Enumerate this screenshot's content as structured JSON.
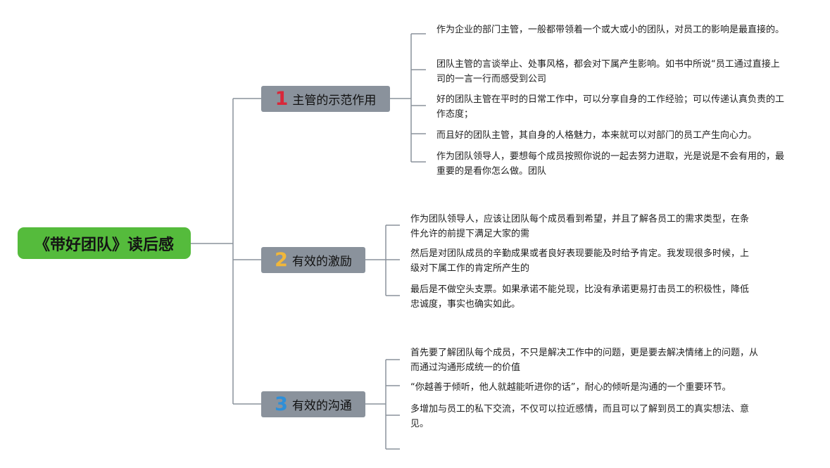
{
  "root": {
    "title": "《带好团队》读后感"
  },
  "branches": [
    {
      "number": "1",
      "label": "主管的示范作用",
      "leaves": [
        "作为企业的部门主管，一般都带领着一个或大或小的团队，对员工的影响是最直接的。",
        "团队主管的言谈举止、处事风格，都会对下属产生影响。如书中所说“员工通过直接上司的一言一行而感受到公司",
        "好的团队主管在平时的日常工作中，可以分享自身的工作经验；可以传递认真负责的工作态度；",
        "而且好的团队主管，其自身的人格魅力，本来就可以对部门的员工产生向心力。",
        "作为团队领导人，要想每个成员按照你说的一起去努力进取，光是说是不会有用的，最重要的是看你怎么做。团队"
      ]
    },
    {
      "number": "2",
      "label": "有效的激励",
      "leaves": [
        "作为团队领导人，应该让团队每个成员看到希望，并且了解各员工的需求类型，在条件允许的前提下满足大家的需",
        "然后是对团队成员的辛勤成果或者良好表现要能及时给予肯定。我发现很多时候，上级对下属工作的肯定所产生的",
        "最后是不做空头支票。如果承诺不能兑现，比没有承诺更易打击员工的积极性，降低忠诚度，事实也确实如此。"
      ]
    },
    {
      "number": "3",
      "label": "有效的沟通",
      "leaves": [
        "首先要了解团队每个成员，不只是解决工作中的问题，更是要去解决情绪上的问题，从而通过沟通形成统一的价值",
        "“你越善于倾听，他人就越能听进你的话”，耐心的倾听是沟通的一个重要环节。",
        "多增加与员工的私下交流，不仅可以拉近感情，而且可以了解到员工的真实想法、意见。"
      ]
    }
  ],
  "colors": {
    "root_bg": "#55bb3c",
    "branch_bg": "#8a929c",
    "line": "#8a929c",
    "num1": "#d8283a",
    "num2": "#f1b73a",
    "num3": "#2e8fd8"
  }
}
